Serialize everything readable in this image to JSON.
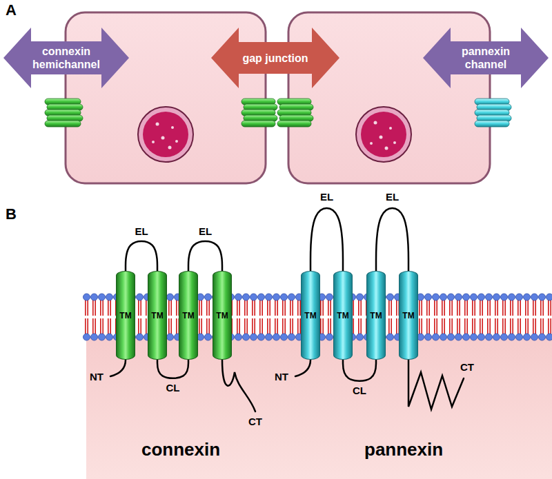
{
  "diagram": {
    "nodes": [
      {
        "text": [
          "connexin hemichannel"
        ]
      },
      {
        "text": [
          "gap junction"
        ]
      },
      {
        "text": [
          "pannexin channel"
        ]
      },
      {
        "text": [
          "TM"
        ]
      },
      {
        "text": [
          "TM"
        ]
      },
      {
        "text": [
          "TM"
        ]
      },
      {
        "text": [
          "TM"
        ]
      },
      {
        "text": [
          "TM"
        ]
      },
      {
        "text": [
          "TM"
        ]
      },
      {
        "text": [
          "TM"
        ]
      },
      {
        "text": [
          "TM"
        ]
      }
    ],
    "edges": [
      {
        "from": 3,
        "to": 4,
        "arrow": "none",
        "label": "EL"
      },
      {
        "from": 4,
        "to": 5,
        "arrow": "none",
        "label": "CL"
      },
      {
        "from": 5,
        "to": 6,
        "arrow": "none",
        "label": "EL"
      },
      {
        "from": 7,
        "to": 8,
        "arrow": "none",
        "label": "EL"
      },
      {
        "from": 8,
        "to": 9,
        "arrow": "none",
        "label": "CL"
      },
      {
        "from": 9,
        "to": 10,
        "arrow": "none",
        "label": "EL"
      }
    ],
    "labels": [
      "A",
      "B",
      "NT",
      "CT",
      "connexin",
      "NT",
      "CT",
      "pannexin"
    ]
  }
}
